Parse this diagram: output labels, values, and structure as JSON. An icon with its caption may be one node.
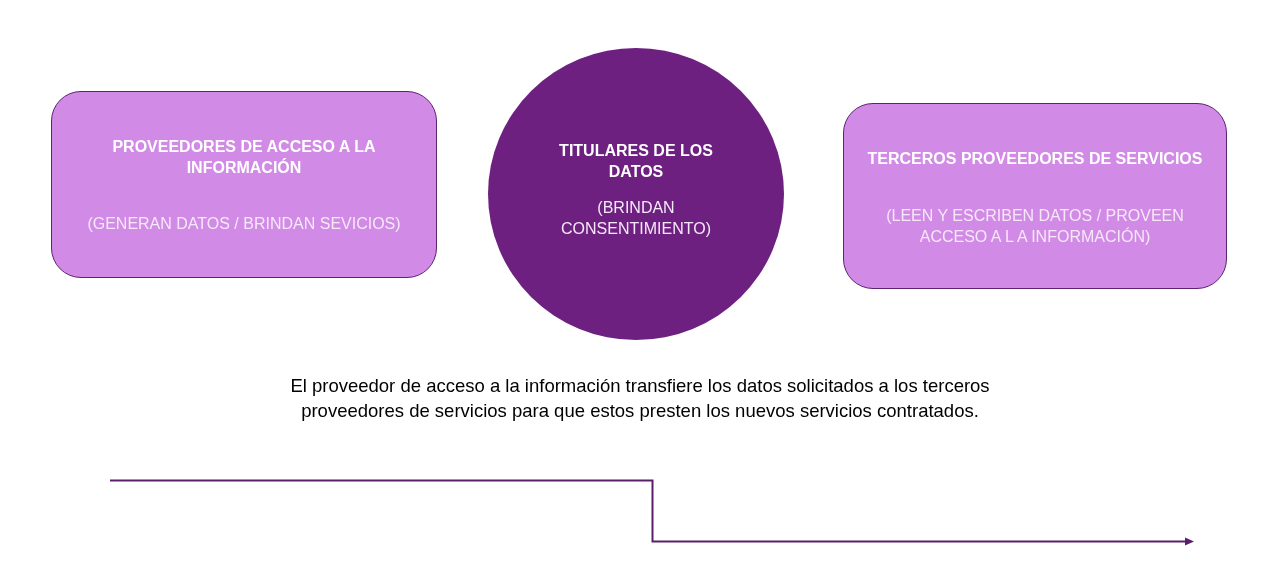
{
  "diagram": {
    "nodes": [
      {
        "text": [
          "PROVEEDORES DE ACCESO A LA INFORMACIÓN",
          "(GENERAN DATOS / BRINDAN SEVICIOS)"
        ]
      },
      {
        "text": [
          "TITULARES DE LOS DATOS",
          "(BRINDAN CONSENTIMIENTO)"
        ]
      },
      {
        "text": [
          "TERCEROS PROVEEDORES DE SERVICIOS",
          "(LEEN Y ESCRIBEN DATOS / PROVEEN ACCESO A L A INFORMACIÓN)"
        ]
      }
    ],
    "labels": [
      "El proveedor de acceso a la información transfiere los datos solicitados a los terceros proveedores de servicios para que estos presten los nuevos servicios contratados."
    ]
  }
}
